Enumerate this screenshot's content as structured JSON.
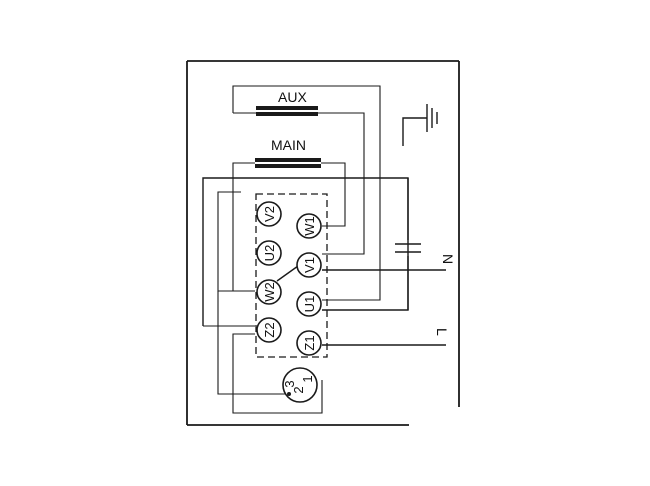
{
  "coils": {
    "aux": "AUX",
    "main": "MAIN"
  },
  "terminals": {
    "v2": "V2",
    "w1": "W1",
    "u2": "U2",
    "v1": "V1",
    "w2": "W2",
    "u1": "U1",
    "z2": "Z2",
    "z1": "Z1"
  },
  "protector": {
    "labels": [
      "3",
      "2",
      "1"
    ]
  },
  "supply": {
    "neutral": "N",
    "line": "L"
  }
}
